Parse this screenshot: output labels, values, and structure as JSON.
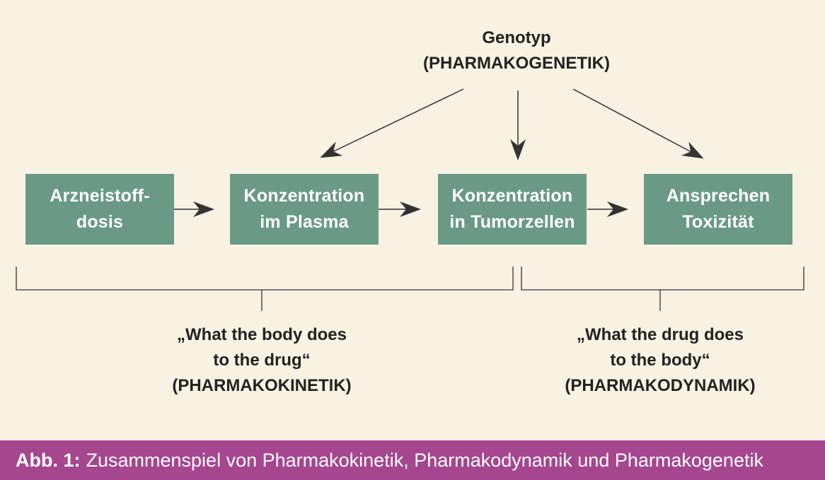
{
  "colors": {
    "background": "#f7f2e1",
    "node_fill": "#6a9a85",
    "node_text": "#ffffff",
    "line": "#333333",
    "caption_bar": "#a5468f"
  },
  "genotype": {
    "line1": "Genotyp",
    "line2": "(PHARMAKOGENETIK)"
  },
  "nodes": [
    {
      "line1": "Arzneistoff-",
      "line2": "dosis"
    },
    {
      "line1": "Konzentration",
      "line2": "im Plasma"
    },
    {
      "line1": "Konzentration",
      "line2": "in Tumorzellen"
    },
    {
      "line1": "Ansprechen",
      "line2": "Toxizität"
    }
  ],
  "pharmacokinetics": {
    "line1": "„What the body does",
    "line2": "to the drug“",
    "line3": "(PHARMAKOKINETIK)"
  },
  "pharmacodynamics": {
    "line1": "„What the drug does",
    "line2": "to the body“",
    "line3": "(PHARMAKODYNAMIK)"
  },
  "caption": {
    "label": "Abb. 1:",
    "text": "Zusammenspiel von Pharmakokinetik, Pharmakodynamik und Pharmakogenetik"
  }
}
